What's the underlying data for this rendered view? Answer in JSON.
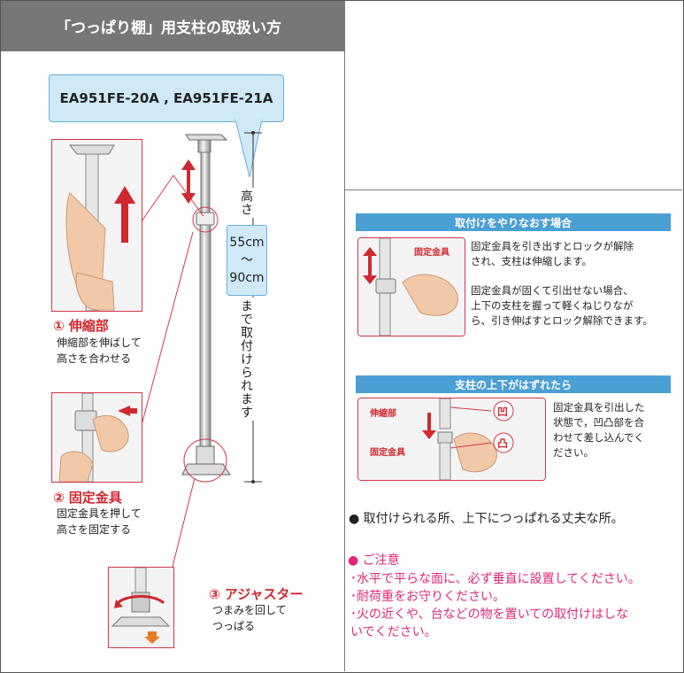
{
  "header": {
    "title": "「つっぱり棚」用支柱の取扱い方"
  },
  "model": {
    "label": "EA951FE-20A , EA951FE-21A"
  },
  "height": {
    "top_label": "高さ",
    "min": "55cm",
    "tilde": "〜",
    "max": "90cm",
    "bottom_label": "まで取付けられます"
  },
  "parts": [
    {
      "num": "①",
      "name": "伸縮部",
      "desc1": "伸縮部を伸ばして",
      "desc2": "高さを合わせる"
    },
    {
      "num": "②",
      "name": "固定金具",
      "desc1": "固定金具を押して",
      "desc2": "高さを固定する"
    },
    {
      "num": "③",
      "name": "アジャスター",
      "desc1": "つまみを回して",
      "desc2": "つっぱる"
    }
  ],
  "reinstall": {
    "title": "取付けをやりなおす場合",
    "image_label": "固定金具",
    "text1": [
      "固定金具を引き出すとロックが解除",
      "され、支柱は伸縮します。"
    ],
    "text2": [
      "固定金具が固くて引出せない場合、",
      "上下の支柱を握って軽くねじりなが",
      "ら、引き伸ばすとロック解除できます。"
    ]
  },
  "detached": {
    "title": "支柱の上下がはずれたら",
    "label_top": "伸縮部",
    "label_bottom": "固定金具",
    "mark_top": "凹",
    "mark_bottom": "凸",
    "text": [
      "固定金具を引出した",
      "状態で，凹凸部を合",
      "わせて差し込んでく",
      "ださい。"
    ]
  },
  "note": {
    "bullet": "●",
    "text": "取付けられる所、上下につっぱれる丈夫な所。"
  },
  "caution": {
    "head": "● ご注意",
    "lines": [
      "･水平で平らな面に、必ず垂直に設置してください。",
      "･耐荷重をお守りください。",
      "･火の近くや、台などの物を置いての取付けはしな",
      "いでください。"
    ]
  },
  "colors": {
    "accent_red": "#d0282f",
    "section_blue": "#4a9fd4",
    "light_blue": "#cfe9f7",
    "caution_pink": "#e0287a",
    "header_gray": "#777777"
  }
}
